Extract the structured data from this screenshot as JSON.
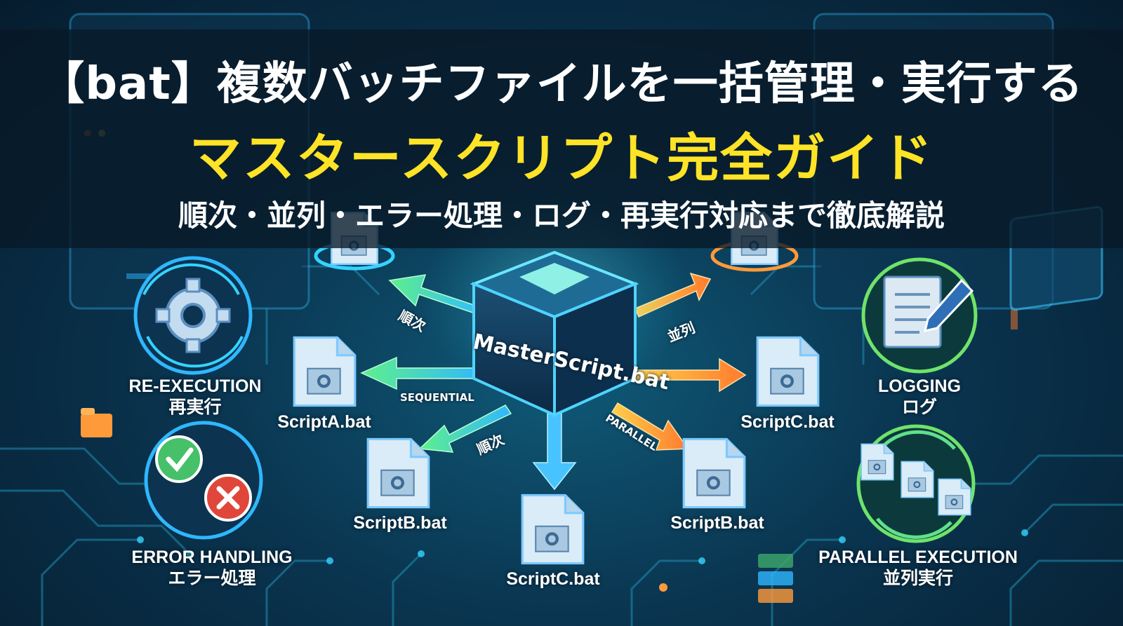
{
  "header": {
    "title_line1": "【bat】複数バッチファイルを一括管理・実行する",
    "title_line2": "マスタースクリプト完全ガイド",
    "title_line3": "順次・並列・エラー処理・ログ・再実行対応まで徹底解説"
  },
  "center": {
    "label": "MasterScript.bat"
  },
  "arrows": {
    "seq_ja_upper": "順次",
    "seq_ja_lower": "順次",
    "seq_en": "SEQUENTIAL",
    "par_ja": "並列",
    "par_en": "PARALLEL"
  },
  "files": {
    "script_a": "ScriptA.bat",
    "script_b_left": "ScriptB.bat",
    "script_c_bottom": "ScriptC.bat",
    "script_b_right": "ScriptB.bat",
    "script_c_right": "ScriptC.bat"
  },
  "features": {
    "reexec_en": "RE-EXECUTION",
    "reexec_ja": "再実行",
    "error_en": "ERROR HANDLING",
    "error_ja": "エラー処理",
    "logging_en": "LOGGING",
    "logging_ja": "ログ",
    "parallel_en": "PARALLEL EXECUTION",
    "parallel_ja": "並列実行"
  },
  "icons": [
    "gear-icon",
    "check-icon",
    "cross-icon",
    "document-icon",
    "pencil-icon",
    "folder-icon",
    "cycle-arrows-icon"
  ],
  "colors": {
    "title_yellow": "#ffe326",
    "sequential_green": "#4fe08a",
    "parallel_orange": "#ff9a3a",
    "neon_cyan": "#35d3ff",
    "banner_dark": "#081826"
  }
}
